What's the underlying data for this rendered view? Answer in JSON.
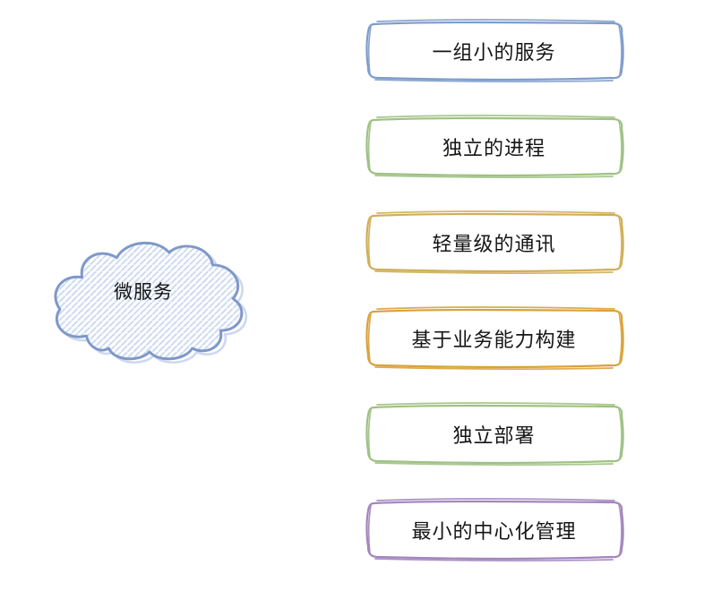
{
  "canvas": {
    "background": "#ffffff"
  },
  "cloud": {
    "label": "微服务",
    "stroke": "#8098c8",
    "echo": "#bccbe9",
    "fill": "#fbfdff",
    "hatch": "#c9d6ee"
  },
  "boxes": [
    {
      "label": "一组小的服务",
      "color": "#7e9ccb"
    },
    {
      "label": "独立的进程",
      "color": "#9ec183"
    },
    {
      "label": "轻量级的通讯",
      "color": "#cfae58"
    },
    {
      "label": "基于业务能力构建",
      "color": "#d9a23c"
    },
    {
      "label": "独立部署",
      "color": "#9ec183"
    },
    {
      "label": "最小的中心化管理",
      "color": "#a385be"
    }
  ]
}
